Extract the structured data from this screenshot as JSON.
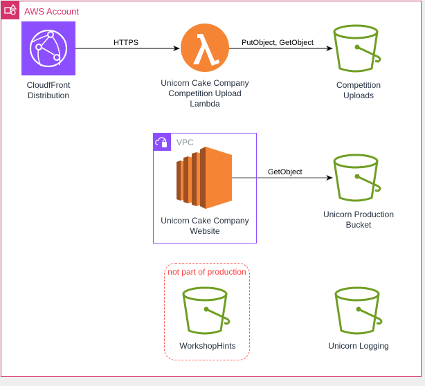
{
  "account": {
    "label": "AWS Account",
    "icon": "aws-account-icon",
    "color": "#d6336c"
  },
  "nodes": {
    "cloudfront": {
      "label": "CloudfFront\nDistribution",
      "icon": "cloudfront-icon",
      "color": "#8c4fff"
    },
    "lambda": {
      "label": "Unicorn Cake Company\nCompetition Upload\nLambda",
      "icon": "lambda-icon",
      "color": "#ed7100"
    },
    "competition_uploads": {
      "label": "Competition\nUploads",
      "icon": "s3-bucket-icon",
      "color": "#7aa116"
    },
    "website": {
      "label": "Unicorn Cake Company\nWebsite",
      "icon": "ec2-icon",
      "color": "#ed7100"
    },
    "production_bucket": {
      "label": "Unicorn Production\nBucket",
      "icon": "s3-bucket-icon",
      "color": "#7aa116"
    },
    "workshop_hints": {
      "label": "WorkshopHints",
      "icon": "s3-bucket-icon",
      "color": "#7aa116"
    },
    "logging": {
      "label": "Unicorn Logging",
      "icon": "s3-bucket-icon",
      "color": "#7aa116"
    }
  },
  "groups": {
    "vpc": {
      "label": "VPC",
      "icon": "vpc-icon",
      "color": "#8c4fff"
    },
    "nonprod": {
      "label": "not part of production",
      "color": "#ff5b5b"
    }
  },
  "edges": [
    {
      "from": "cloudfront",
      "to": "lambda",
      "label": "HTTPS"
    },
    {
      "from": "lambda",
      "to": "competition_uploads",
      "label": "PutObject, GetObject"
    },
    {
      "from": "website",
      "to": "production_bucket",
      "label": "GetObject"
    }
  ]
}
